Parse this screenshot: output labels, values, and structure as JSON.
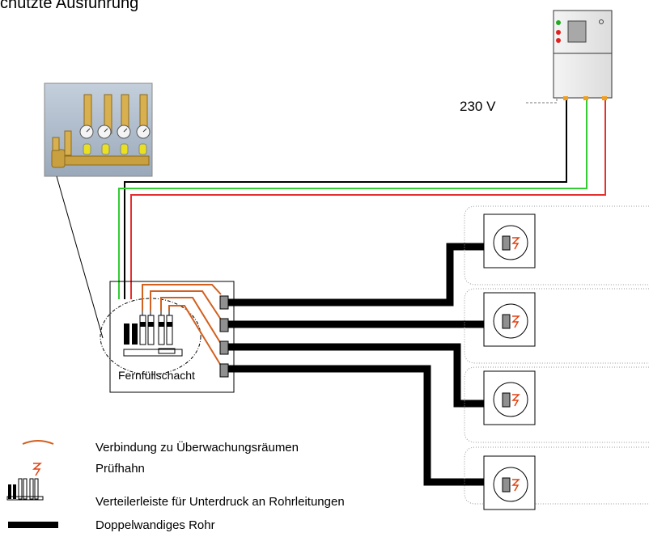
{
  "title": "chützte Ausführung",
  "voltage_label": "230 V",
  "shaft_label": "Fernfüllschacht",
  "legend": [
    {
      "icon": "connection-line-icon",
      "label": "Verbindung zu Überwachungsräumen"
    },
    {
      "icon": "test-valve-icon",
      "label": "Prüfhahn"
    },
    {
      "icon": "manifold-icon",
      "label": "Verteilerleiste für Unterdruck an Rohrleitungen"
    },
    {
      "icon": "double-wall-pipe-icon",
      "label": "Doppelwandiges Rohr"
    }
  ],
  "colors": {
    "wire_black": "#000000",
    "wire_green": "#33cc33",
    "wire_red": "#e53030",
    "connection": "#d2601e",
    "pipe": "#000000",
    "photo_background": "#aab8c8",
    "brass": "#c8a040",
    "valve_yellow": "#e8e020",
    "led_green": "#22aa22",
    "led_red": "#dd2222"
  }
}
